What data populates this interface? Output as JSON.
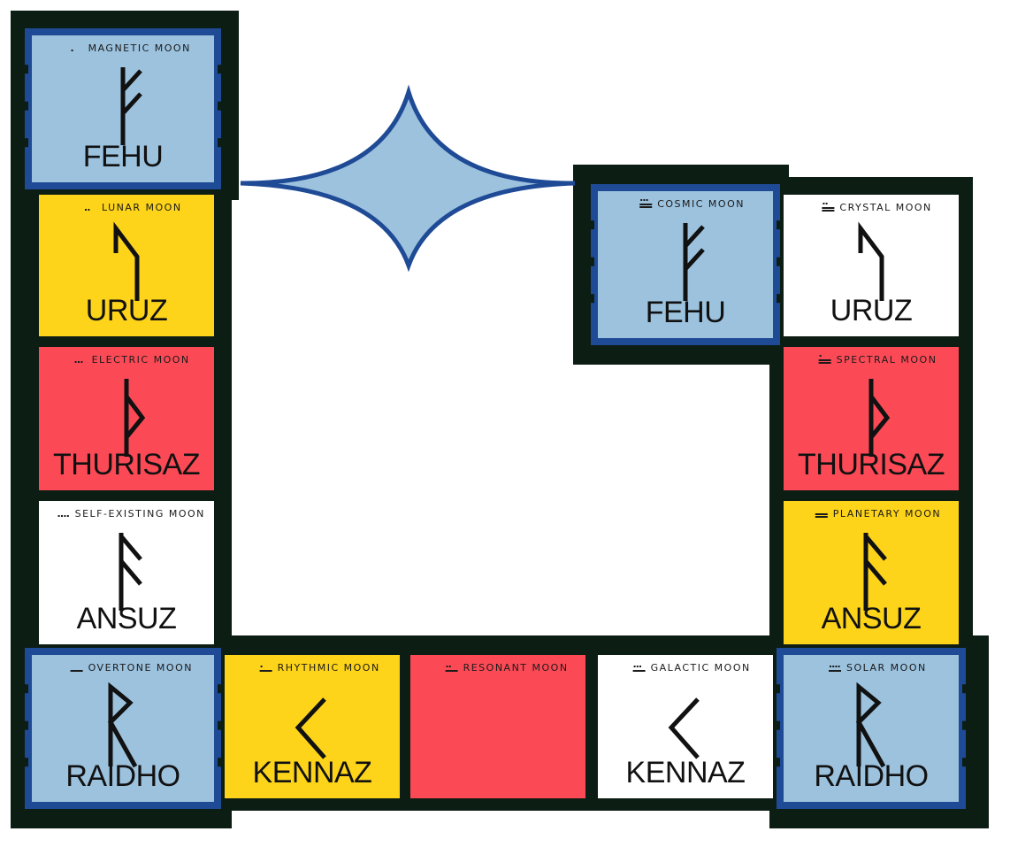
{
  "colors": {
    "frame": "#0c1d14",
    "blue_border": "#1f4b96",
    "light_blue": "#9cc2de",
    "yellow": "#fdd41a",
    "red": "#fb4a56",
    "white": "#ffffff",
    "star_fill": "#9cc2de",
    "star_stroke": "#1f4b96"
  },
  "cells": [
    {
      "id": "magnetic",
      "moon": "MAGNETIC MOON",
      "rune_name": "FEHU",
      "rune_icon": "fehu-rune-icon",
      "color": "light_blue",
      "tone": 1
    },
    {
      "id": "lunar",
      "moon": "LUNAR MOON",
      "rune_name": "URUZ",
      "rune_icon": "uruz-rune-icon",
      "color": "yellow",
      "tone": 2
    },
    {
      "id": "electric",
      "moon": "ELECTRIC MOON",
      "rune_name": "THURISAZ",
      "rune_icon": "thurisaz-rune-icon",
      "color": "red",
      "tone": 3
    },
    {
      "id": "self-existing",
      "moon": "SELF-EXISTING MOON",
      "rune_name": "ANSUZ",
      "rune_icon": "ansuz-rune-icon",
      "color": "white",
      "tone": 4
    },
    {
      "id": "overtone",
      "moon": "OVERTONE MOON",
      "rune_name": "RAIDHO",
      "rune_icon": "raidho-rune-icon",
      "color": "light_blue",
      "tone": 5
    },
    {
      "id": "rhythmic",
      "moon": "RHYTHMIC MOON",
      "rune_name": "KENNAZ",
      "rune_icon": "kennaz-rune-icon",
      "color": "yellow",
      "tone": 6
    },
    {
      "id": "resonant",
      "moon": "RESONANT MOON",
      "rune_name": "",
      "rune_icon": "",
      "color": "red",
      "tone": 7
    },
    {
      "id": "galactic",
      "moon": "GALACTIC MOON",
      "rune_name": "KENNAZ",
      "rune_icon": "kennaz-rune-icon",
      "color": "white",
      "tone": 8
    },
    {
      "id": "solar",
      "moon": "SOLAR MOON",
      "rune_name": "RAIDHO",
      "rune_icon": "raidho-rune-icon",
      "color": "light_blue",
      "tone": 9
    },
    {
      "id": "planetary",
      "moon": "PLANETARY MOON",
      "rune_name": "ANSUZ",
      "rune_icon": "ansuz-rune-icon",
      "color": "yellow",
      "tone": 10
    },
    {
      "id": "spectral",
      "moon": "SPECTRAL MOON",
      "rune_name": "THURISAZ",
      "rune_icon": "thurisaz-rune-icon",
      "color": "red",
      "tone": 11
    },
    {
      "id": "crystal",
      "moon": "CRYSTAL MOON",
      "rune_name": "URUZ",
      "rune_icon": "uruz-rune-icon",
      "color": "white",
      "tone": 12
    },
    {
      "id": "cosmic",
      "moon": "COSMIC MOON",
      "rune_name": "FEHU",
      "rune_icon": "fehu-rune-icon",
      "color": "light_blue",
      "tone": 13
    }
  ],
  "connector_icon": "four-point-star-icon"
}
